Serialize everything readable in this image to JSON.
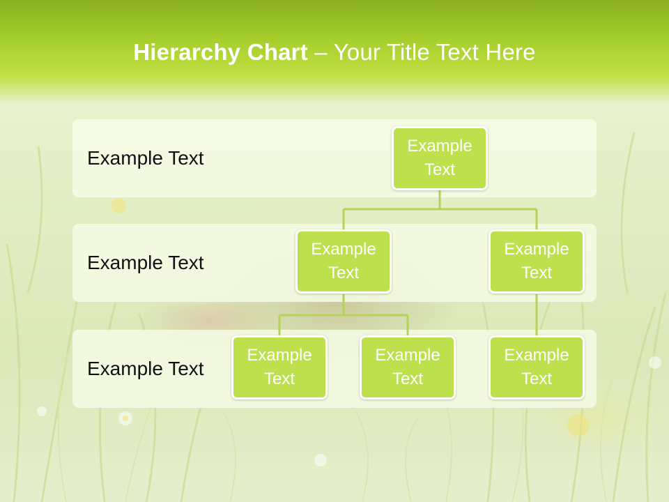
{
  "title": {
    "bold": "Hierarchy Chart",
    "separator": " – ",
    "rest": "Your Title Text Here"
  },
  "levels": [
    {
      "label": "Example Text"
    },
    {
      "label": "Example Text"
    },
    {
      "label": "Example Text"
    }
  ],
  "nodes": {
    "root": "Example Text",
    "left": "Example Text",
    "right": "Example Text",
    "left_child_1": "Example Text",
    "left_child_2": "Example Text",
    "right_child": "Example Text"
  },
  "colors": {
    "header": "#a6cf2c",
    "node_fill": "#bde14c",
    "node_border": "#ffffff",
    "connector": "#b5d35a",
    "band": "#f6fbe7"
  }
}
